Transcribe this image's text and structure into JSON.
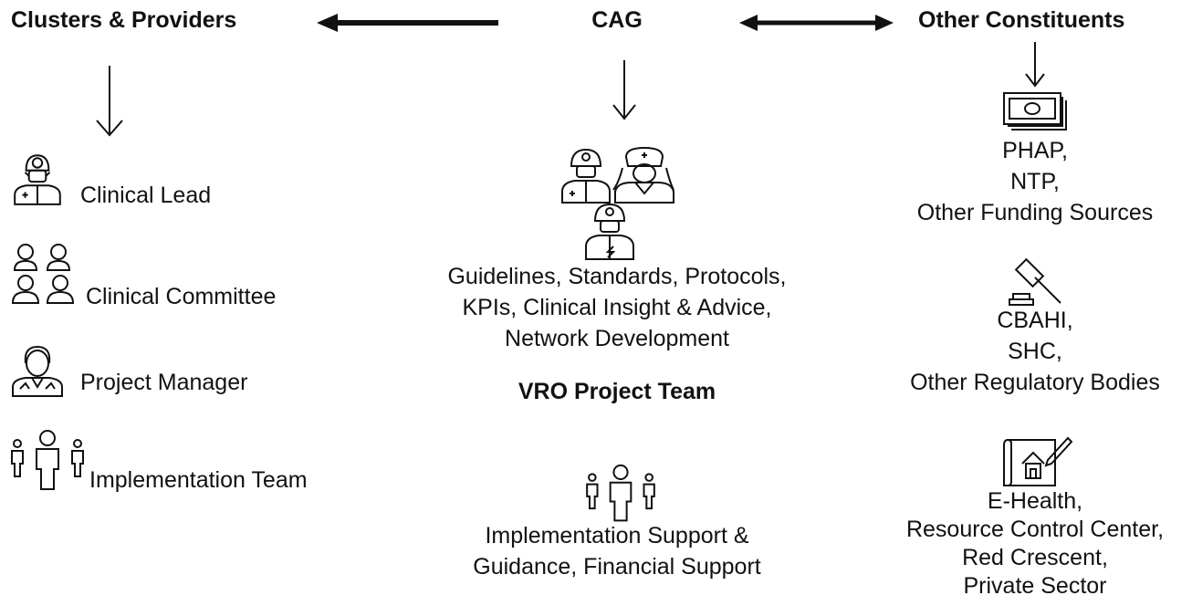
{
  "headers": {
    "clusters": "Clusters & Providers",
    "cag": "CAG",
    "other": "Other Constituents"
  },
  "left": {
    "items": [
      {
        "label": "Clinical Lead",
        "icon": "doctor-icon"
      },
      {
        "label": "Clinical Committee",
        "icon": "medical-team-icon"
      },
      {
        "label": "Project Manager",
        "icon": "manager-icon"
      },
      {
        "label": "Implementation Team",
        "icon": "team-icon"
      }
    ]
  },
  "center": {
    "cag_lines": [
      "Guidelines, Standards, Protocols,",
      "KPIs, Clinical Insight & Advice,",
      "Network Development"
    ],
    "vro_title": "VRO Project Team",
    "vro_lines": [
      "Implementation Support &",
      "Guidance, Financial Support"
    ]
  },
  "right": {
    "funding_lines": [
      "PHAP,",
      "NTP,",
      "Other Funding Sources"
    ],
    "regulatory_lines": [
      "CBAHI,",
      "SHC,",
      "Other Regulatory Bodies"
    ],
    "partners_lines": [
      "E-Health,",
      "Resource Control Center,",
      "Red Crescent,",
      "Private Sector"
    ]
  }
}
